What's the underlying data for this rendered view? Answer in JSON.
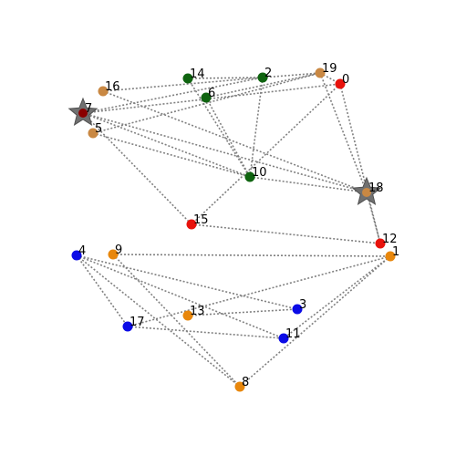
{
  "colors": {
    "edge": "#808080",
    "red": "#e8120c",
    "green": "#0f6410",
    "orange": "#e8870c",
    "tan": "#c98843",
    "blue": "#0b0be6",
    "darkred": "#8b0000",
    "star": "#707070"
  },
  "nodes": [
    {
      "id": "0",
      "label": "0",
      "color": "red",
      "shape": "circle"
    },
    {
      "id": "1",
      "label": "1",
      "color": "orange",
      "shape": "circle"
    },
    {
      "id": "2",
      "label": "2",
      "color": "green",
      "shape": "circle"
    },
    {
      "id": "3",
      "label": "3",
      "color": "blue",
      "shape": "circle"
    },
    {
      "id": "4",
      "label": "4",
      "color": "blue",
      "shape": "circle"
    },
    {
      "id": "5",
      "label": "5",
      "color": "tan",
      "shape": "circle"
    },
    {
      "id": "6",
      "label": "6",
      "color": "green",
      "shape": "circle"
    },
    {
      "id": "7",
      "label": "7",
      "color": "darkred",
      "shape": "star"
    },
    {
      "id": "8",
      "label": "8",
      "color": "orange",
      "shape": "circle"
    },
    {
      "id": "9",
      "label": "9",
      "color": "orange",
      "shape": "circle"
    },
    {
      "id": "10",
      "label": "10",
      "color": "green",
      "shape": "circle"
    },
    {
      "id": "11",
      "label": "11",
      "color": "blue",
      "shape": "circle"
    },
    {
      "id": "12",
      "label": "12",
      "color": "red",
      "shape": "circle"
    },
    {
      "id": "13",
      "label": "13",
      "color": "orange",
      "shape": "circle"
    },
    {
      "id": "14",
      "label": "14",
      "color": "green",
      "shape": "circle"
    },
    {
      "id": "15",
      "label": "15",
      "color": "red",
      "shape": "circle"
    },
    {
      "id": "16",
      "label": "16",
      "color": "tan",
      "shape": "circle"
    },
    {
      "id": "17",
      "label": "17",
      "color": "blue",
      "shape": "circle"
    },
    {
      "id": "18",
      "label": "18",
      "color": "tan",
      "shape": "star"
    },
    {
      "id": "19",
      "label": "19",
      "color": "tan",
      "shape": "circle"
    }
  ],
  "edges": [
    [
      "7",
      "0"
    ],
    [
      "7",
      "2"
    ],
    [
      "7",
      "10"
    ],
    [
      "7",
      "15"
    ],
    [
      "7",
      "18"
    ],
    [
      "16",
      "2"
    ],
    [
      "16",
      "18"
    ],
    [
      "14",
      "2"
    ],
    [
      "14",
      "10"
    ],
    [
      "6",
      "19"
    ],
    [
      "6",
      "10"
    ],
    [
      "2",
      "19"
    ],
    [
      "2",
      "10"
    ],
    [
      "19",
      "0"
    ],
    [
      "19",
      "18"
    ],
    [
      "5",
      "19"
    ],
    [
      "5",
      "10"
    ],
    [
      "0",
      "15"
    ],
    [
      "0",
      "12"
    ],
    [
      "10",
      "18"
    ],
    [
      "15",
      "12"
    ],
    [
      "12",
      "18"
    ],
    [
      "9",
      "1"
    ],
    [
      "9",
      "8"
    ],
    [
      "4",
      "3"
    ],
    [
      "4",
      "11"
    ],
    [
      "4",
      "17"
    ],
    [
      "4",
      "8"
    ],
    [
      "1",
      "17"
    ],
    [
      "1",
      "11"
    ],
    [
      "1",
      "8"
    ],
    [
      "13",
      "3"
    ],
    [
      "17",
      "11"
    ]
  ]
}
